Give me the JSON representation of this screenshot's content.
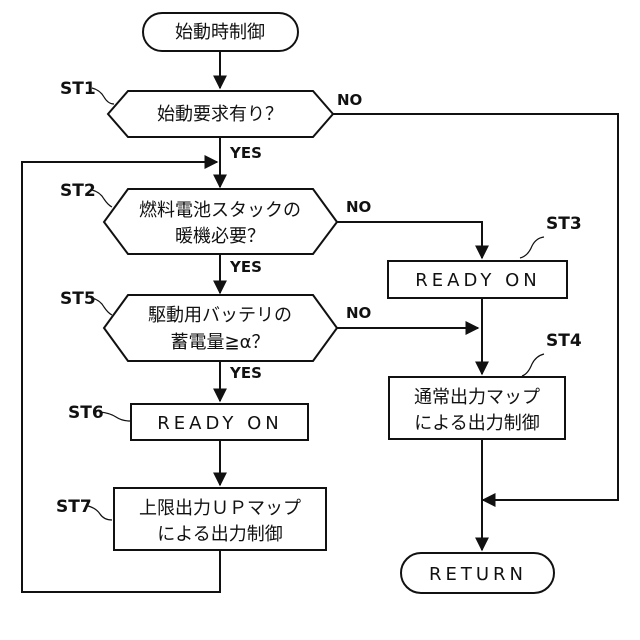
{
  "start": {
    "text": "始動時制御"
  },
  "st1": {
    "label": "ST1",
    "text": "始動要求有り？",
    "yes": "YES",
    "no": "NO"
  },
  "st2": {
    "label": "ST2",
    "line1": "燃料電池スタックの",
    "line2": "暖機必要？",
    "yes": "YES",
    "no": "NO"
  },
  "st3": {
    "label": "ST3",
    "text": "READY ON"
  },
  "st4": {
    "label": "ST4",
    "line1": "通常出力マップ",
    "line2": "による出力制御"
  },
  "st5": {
    "label": "ST5",
    "line1": "駆動用バッテリの",
    "line2": "蓄電量≧α？",
    "yes": "YES",
    "no": "NO"
  },
  "st6": {
    "label": "ST6",
    "text": "READY ON"
  },
  "st7": {
    "label": "ST7",
    "line1": "上限出力ＵＰマップ",
    "line2": "による出力制御"
  },
  "end": {
    "text": "RETURN"
  }
}
